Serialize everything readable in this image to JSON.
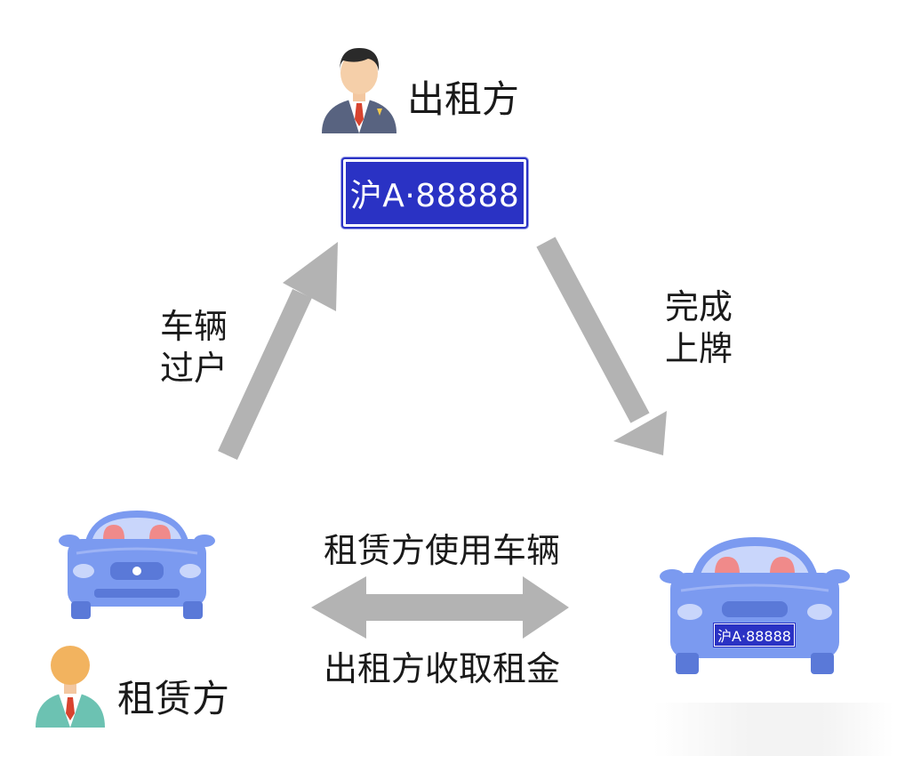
{
  "nodes": {
    "lessor": {
      "label": "出租方"
    },
    "lessee": {
      "label": "租赁方"
    }
  },
  "plate": {
    "text": "沪A·88888"
  },
  "car_plate": {
    "text": "沪A·88888"
  },
  "edges": {
    "transfer": {
      "line1": "车辆",
      "line2": "过户"
    },
    "register": {
      "line1": "完成",
      "line2": "上牌"
    },
    "use": {
      "label": "租赁方使用车辆"
    },
    "rent": {
      "label": "出租方收取租金"
    }
  },
  "colors": {
    "arrow": "#b3b3b3",
    "car_body": "#7b9af0",
    "car_seat": "#f08a8a",
    "plate_blue": "#2a32c4",
    "lessor_suit": "#586380",
    "lessee_suit": "#6cc2b2"
  },
  "icons": {
    "lessor": "businessman-icon",
    "lessee": "person-icon",
    "car_left": "car-icon",
    "car_right": "car-icon"
  }
}
